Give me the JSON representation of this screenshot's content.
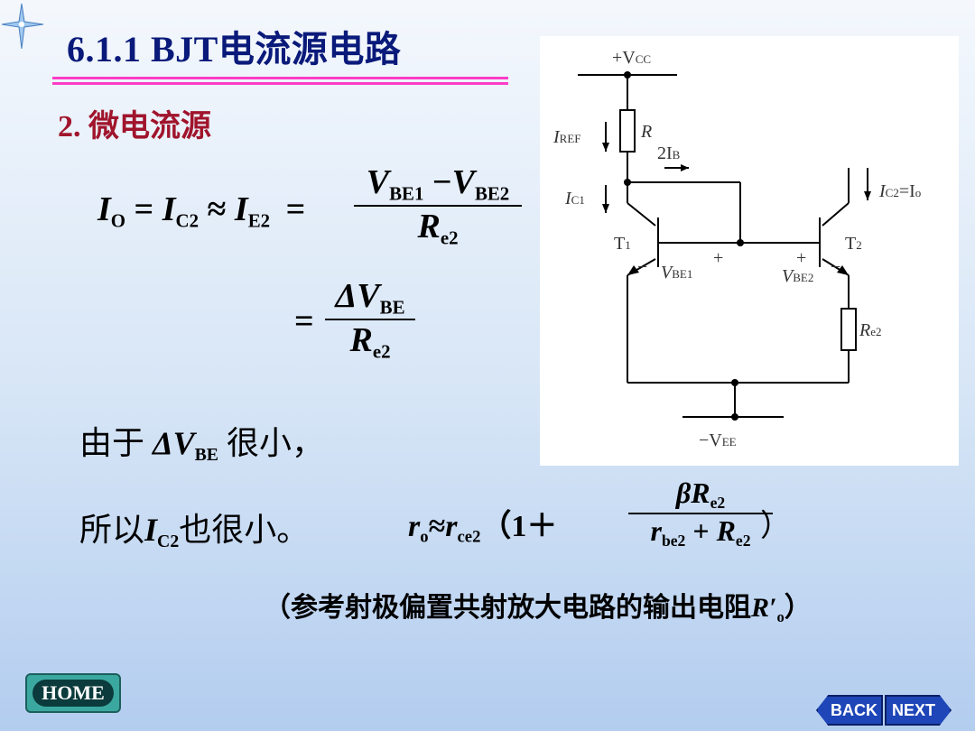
{
  "title": "6.1.1  BJT电流源电路",
  "subtitle": "2. 微电流源",
  "eq1": {
    "I": "I",
    "O": "O",
    "eq1": "=",
    "IC": "I",
    "C2": "C2",
    "approx": "≈",
    "IE": "I",
    "E2": "E2",
    "eq2": "=",
    "num_v1": "V",
    "num_be1": "BE1",
    "minus": "−",
    "num_v2": "V",
    "num_be2": "BE2",
    "den_r": "R",
    "den_e2": "e2"
  },
  "eq2": {
    "eq": "=",
    "num": "ΔV",
    "num_sub": "BE",
    "den_r": "R",
    "den_e2": "e2"
  },
  "line1": {
    "pre": "由于 ",
    "dv": "ΔV",
    "dv_sub": "BE",
    "post": " 很小，"
  },
  "line2": {
    "pre": "所以",
    "ic": "I",
    "ic_sub": "C2",
    "post": "也很小。"
  },
  "ro_eq": {
    "r": "r",
    "o": "o",
    "approx": "≈",
    "rce": "r",
    "ce2": "ce2",
    "open": "（1＋",
    "num_beta": "β",
    "num_r": "R",
    "num_e2": "e2",
    "den_r": "r",
    "den_be2": "be2",
    "den_plus": " + ",
    "den_R": "R",
    "den_e2": "e2",
    "close": "）"
  },
  "note": {
    "text": "（参考射极偏置共射放大电路的输出电阻",
    "r": "R′",
    "o": "o",
    "close": "）"
  },
  "circuit": {
    "vcc": "+V",
    "vcc_sub": "CC",
    "iref": "I",
    "iref_sub": "REF",
    "r": "R",
    "twoib": "2I",
    "twoib_sub": "B",
    "ic1": "I",
    "ic1_sub": "C1",
    "ic2": "I",
    "ic2_sub": "C2",
    "ic2_eq": "=I",
    "ic2_o": "o",
    "t1": "T",
    "t1_sub": "1",
    "t2": "T",
    "t2_sub": "2",
    "vbe1": "V",
    "vbe1_sub": "BE1",
    "vbe2": "V",
    "vbe2_sub": "BE2",
    "re2": "R",
    "re2_sub": "e2",
    "vee": "−V",
    "vee_sub": "EE",
    "plus": "+",
    "minus": "−"
  },
  "nav": {
    "home": "HOME",
    "back": "BACK",
    "next": "NEXT"
  },
  "colors": {
    "title": "#0a1a7a",
    "subtitle": "#a0142c",
    "rule": "#ff3cc8",
    "home_bg": "#3ba8a0",
    "nav_bg": "#1e46b8"
  },
  "icons": {
    "corner": "sparkle-star-icon"
  }
}
